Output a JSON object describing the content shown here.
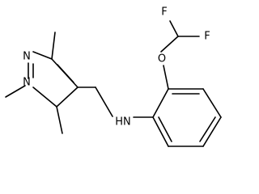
{
  "molecule": {
    "atoms": {
      "f1": "F",
      "f2": "F",
      "o": "O",
      "n1": "N",
      "n2": "N",
      "nh": "HN"
    }
  }
}
